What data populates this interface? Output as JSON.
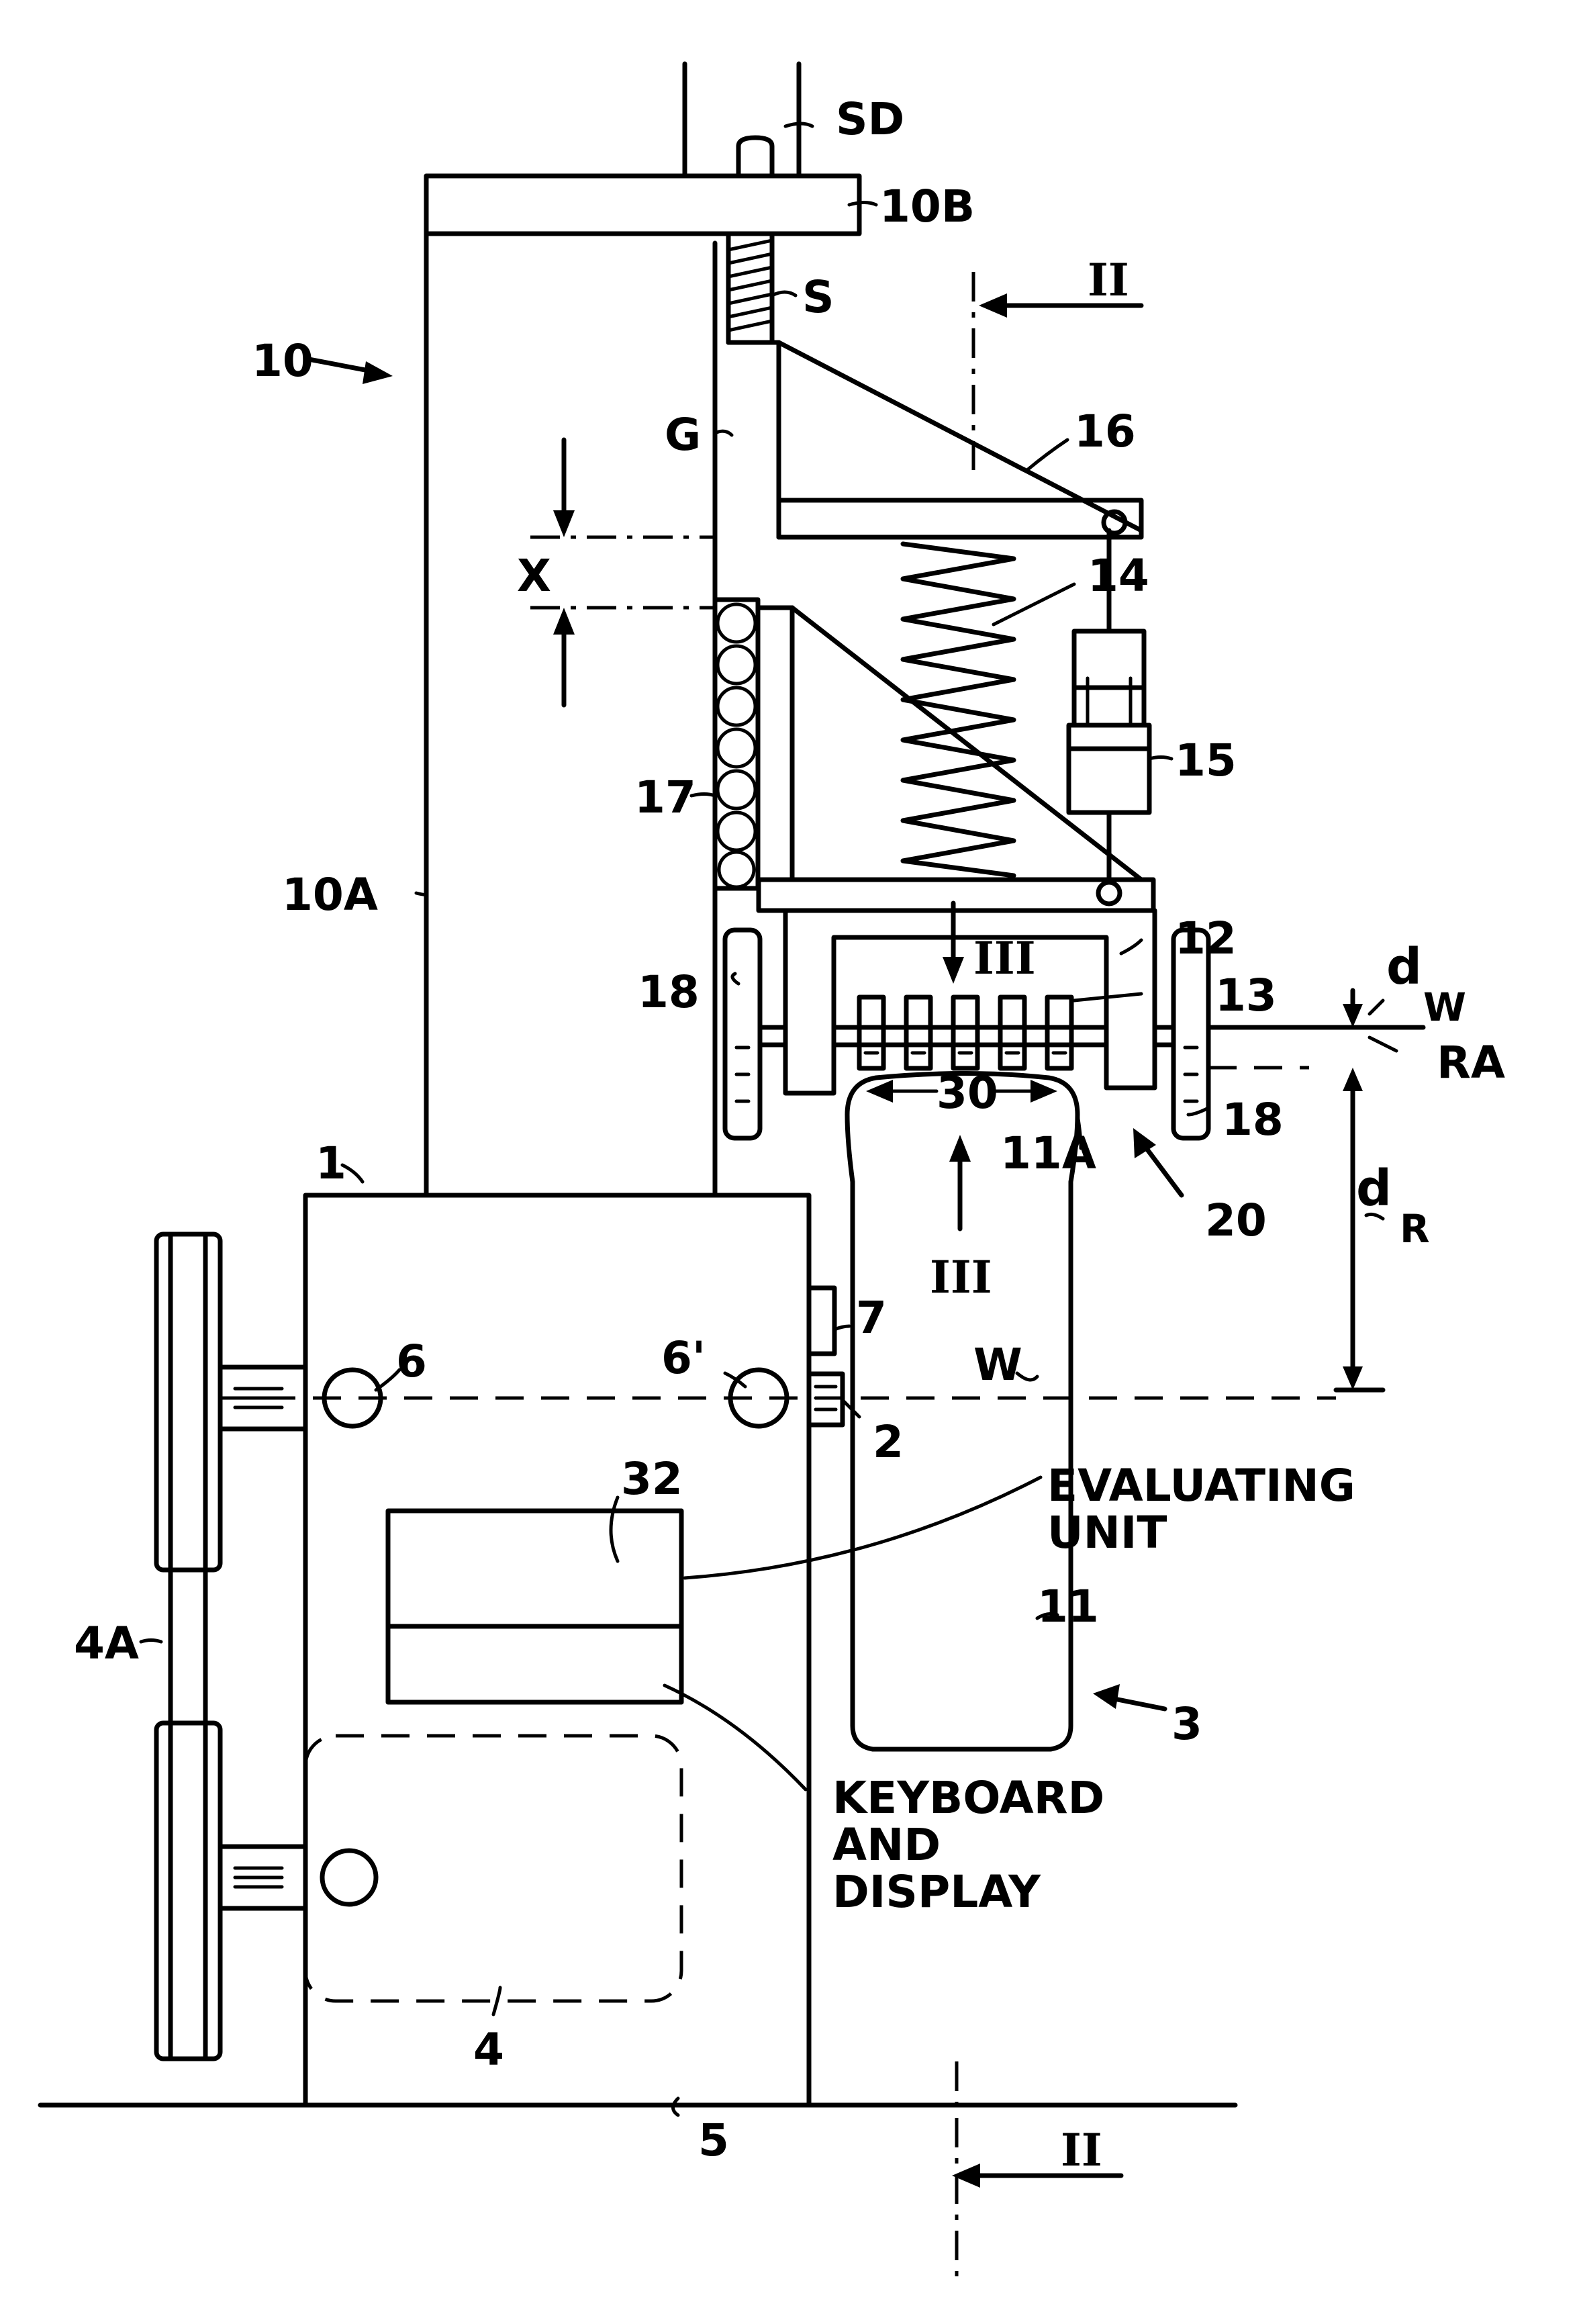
{
  "labels": {
    "sd": "SD",
    "l10b": "10B",
    "s": "S",
    "l10": "10",
    "g": "G",
    "l16": "16",
    "x": "X",
    "l14": "14",
    "l15": "15",
    "l17": "17",
    "l10a": "10A",
    "l12": "12",
    "l18_left": "18",
    "l18_right": "18",
    "l13": "13",
    "dw_d": "d",
    "dw_sub": "W",
    "ra": "RA",
    "l30": "30",
    "l11a": "11A",
    "l20": "20",
    "dr_d": "d",
    "dr_sub": "R",
    "l1": "1",
    "l6": "6",
    "l6p": "6'",
    "l7": "7",
    "l2": "2",
    "w": "W",
    "l32": "32",
    "evaluating_unit": [
      "EVALUATING",
      "UNIT"
    ],
    "l11": "11",
    "l4a": "4A",
    "l3": "3",
    "keyboard_display": [
      "KEYBOARD",
      "AND",
      "DISPLAY"
    ],
    "l4": "4",
    "l5": "5",
    "sec2_top": "II",
    "sec2_bottom": "II",
    "sec3_top": "III",
    "sec3_bottom": "III"
  }
}
